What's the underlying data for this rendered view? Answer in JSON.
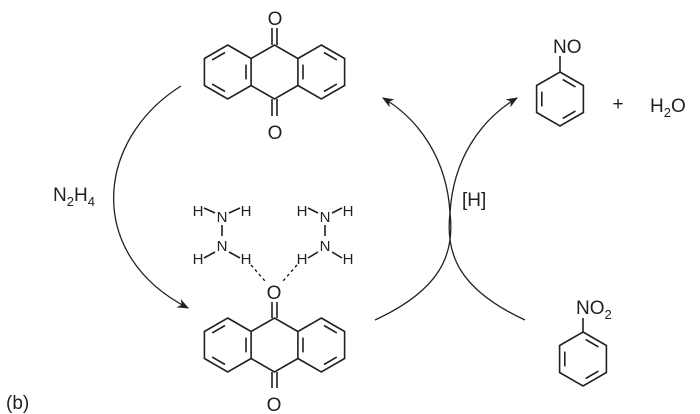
{
  "panel_label": "(b)",
  "reagents": {
    "hydrazine": {
      "main": "N",
      "sub1": "2",
      "mid": "H",
      "sub2": "4"
    },
    "reductant": "[H]"
  },
  "molecules": {
    "anthraquinone_top": {
      "o_top": "O",
      "o_bottom": "O"
    },
    "complex": {
      "o_top": "O",
      "o_bottom": "O",
      "hydrazine_left": {
        "n1": "N",
        "n2": "N",
        "h": "H"
      },
      "hydrazine_right": {
        "n1": "N",
        "n2": "N",
        "h": "H"
      }
    },
    "nitrosobenzene": {
      "group": "NO"
    },
    "water": {
      "main": "H",
      "sub": "2",
      "end": "O"
    },
    "plus": "+",
    "nitrobenzene": {
      "group": "NO",
      "sub": "2"
    }
  }
}
